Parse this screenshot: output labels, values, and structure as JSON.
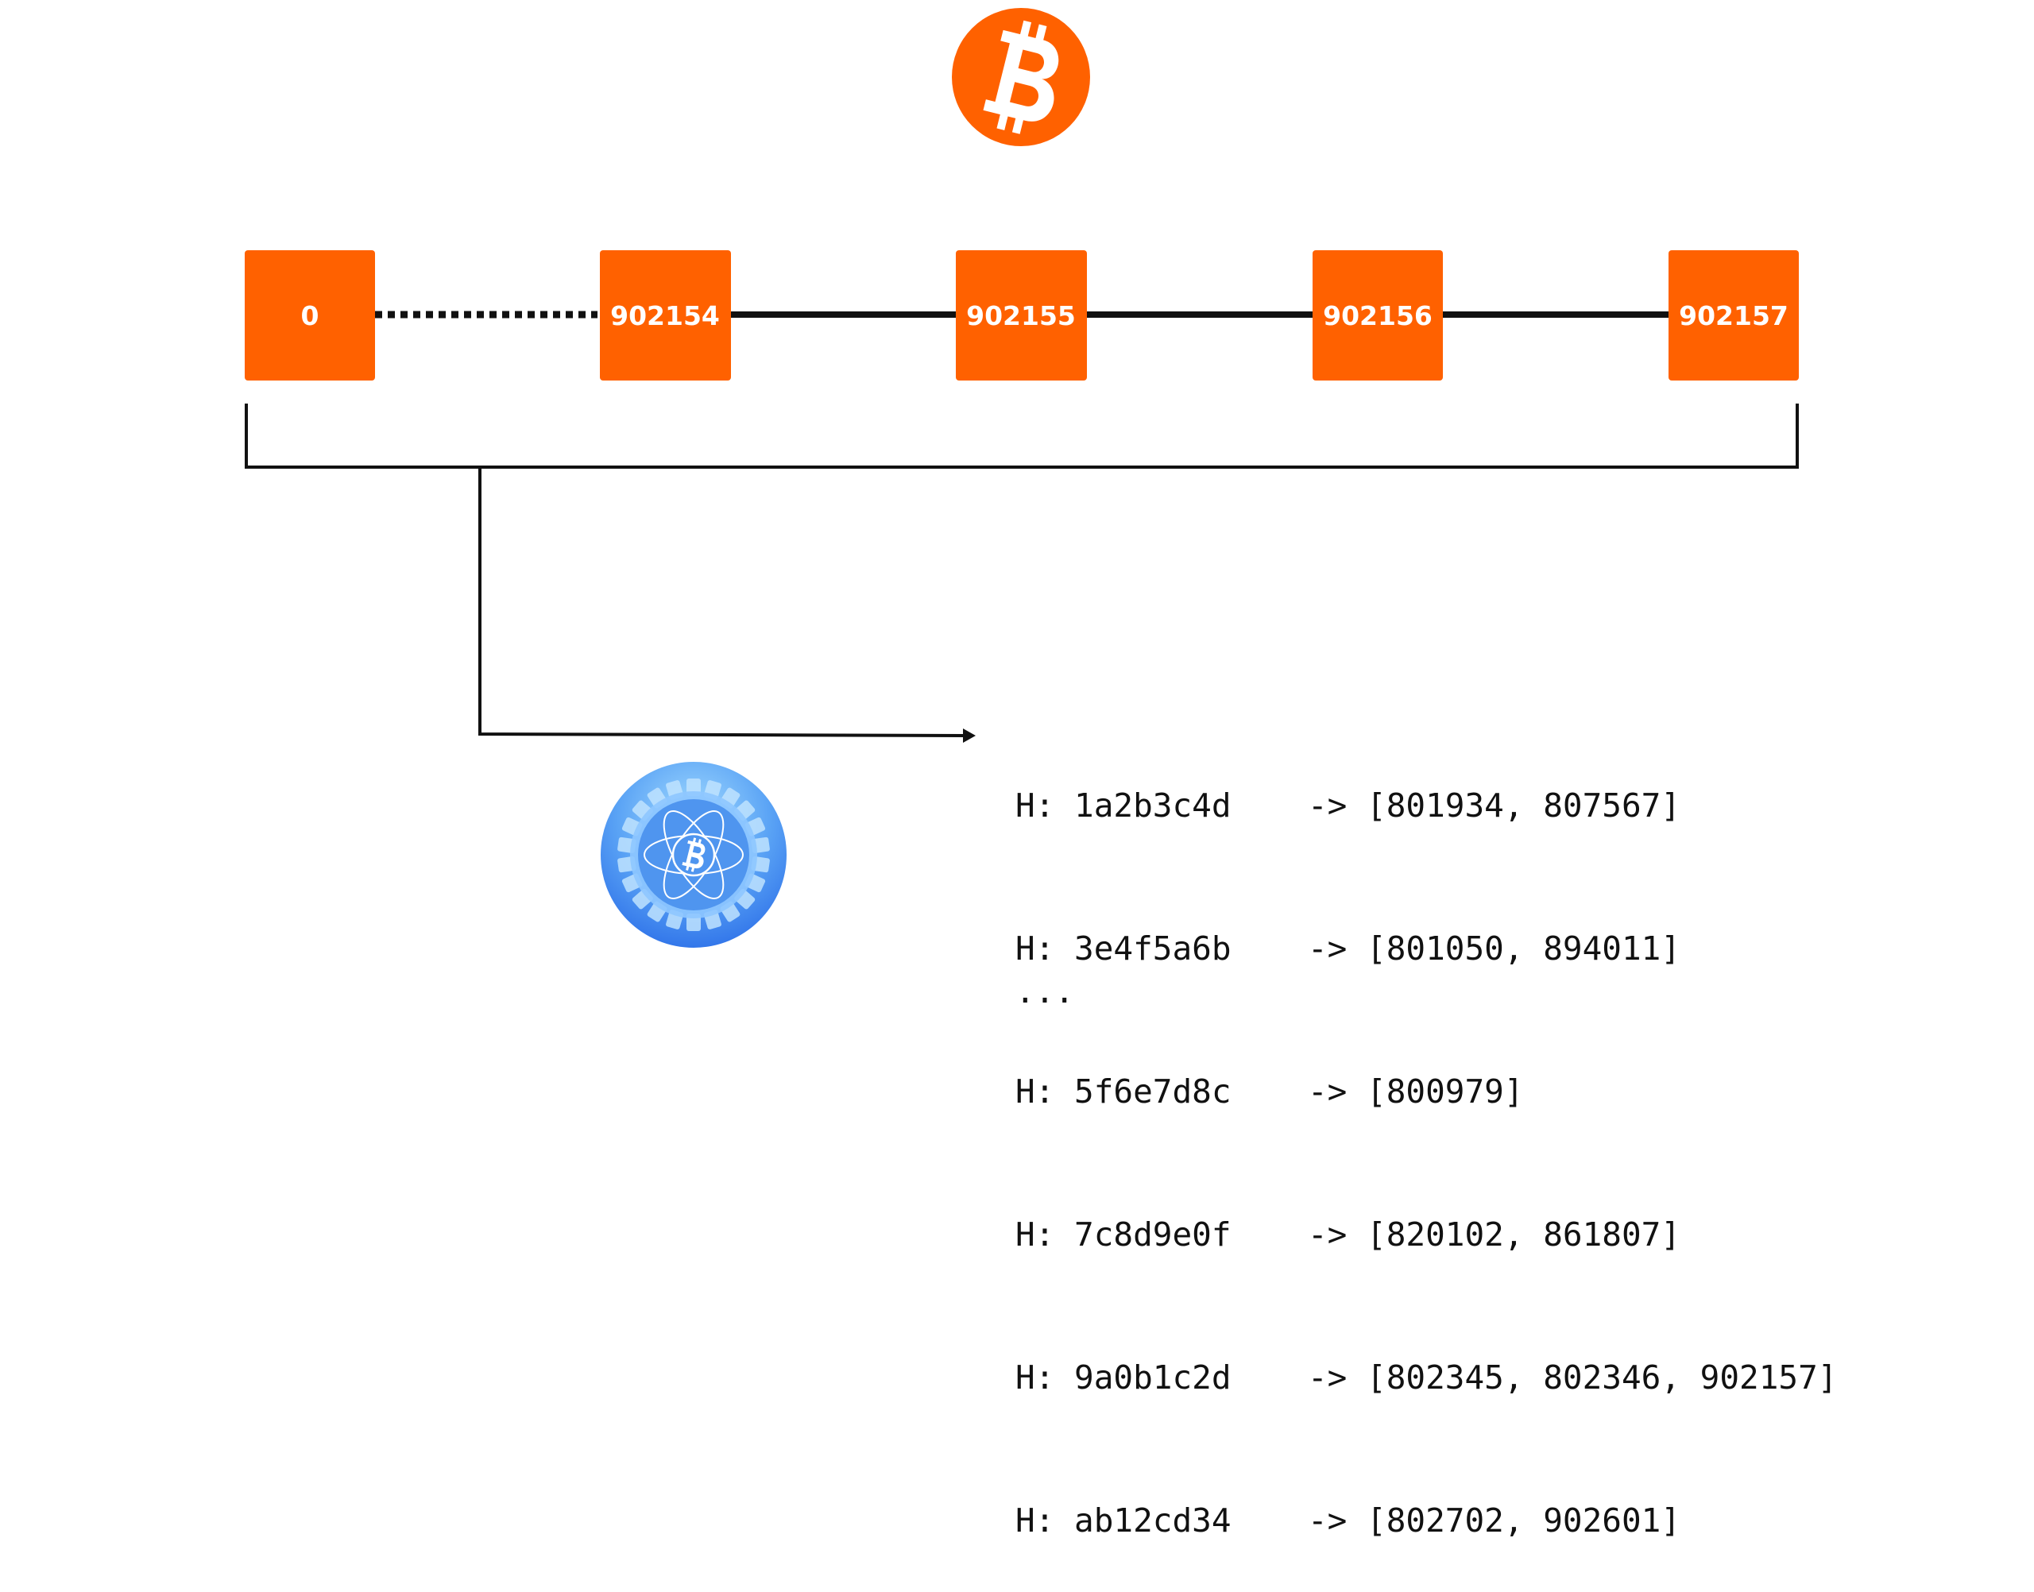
{
  "colors": {
    "bitcoin_orange": "#ff6100",
    "line": "#111111",
    "indexer_light": "#8fd0ff",
    "indexer_dark": "#2c6fe8"
  },
  "icons": {
    "top": "bitcoin-logo-icon",
    "bottom": "bitcoin-indexer-gear-icon"
  },
  "blocks": [
    {
      "label": "0"
    },
    {
      "label": "902154"
    },
    {
      "label": "902155"
    },
    {
      "label": "902156"
    },
    {
      "label": "902157"
    }
  ],
  "index_entries": [
    {
      "hash": "H: 1a2b3c4d",
      "heights": "-> [801934, 807567]"
    },
    {
      "hash": "H: 3e4f5a6b",
      "heights": "-> [801050, 894011]"
    },
    {
      "hash": "H: 5f6e7d8c",
      "heights": "-> [800979]"
    },
    {
      "hash": "H: 7c8d9e0f",
      "heights": "-> [820102, 861807]"
    },
    {
      "hash": "H: 9a0b1c2d",
      "heights": "-> [802345, 802346, 902157]"
    },
    {
      "hash": "H: ab12cd34",
      "heights": "-> [802702, 902601]"
    }
  ],
  "ellipsis": "..."
}
